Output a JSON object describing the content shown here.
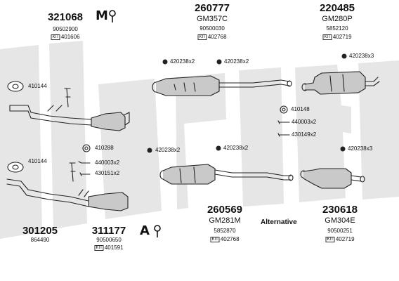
{
  "watermark": {
    "brand": "Klarius",
    "color": "#e6e6e6"
  },
  "line_color": "#222222",
  "fill_color": "#c9c9c9",
  "icons": {
    "manual_transmission": "M",
    "automatic_transmission": "A"
  },
  "parts": {
    "p321068": {
      "number": "321068",
      "oem": "90502900",
      "kit": "401606"
    },
    "p260777": {
      "number": "260777",
      "model": "GM357C",
      "oem": "90500030",
      "kit": "402768"
    },
    "p220485": {
      "number": "220485",
      "model": "GM280P",
      "oem": "5852120",
      "kit": "402719"
    },
    "p301205": {
      "number": "301205",
      "oem": "864490"
    },
    "p311177": {
      "number": "311177",
      "oem": "90500650",
      "kit": "401591"
    },
    "p260569": {
      "number": "260569",
      "model": "GM281M",
      "oem": "5852870",
      "kit": "402768"
    },
    "p230618": {
      "number": "230618",
      "model": "GM304E",
      "oem": "90500251",
      "kit": "402719"
    }
  },
  "fittings": {
    "f_top_left_1": "410144",
    "f_bot_left_1": "410144",
    "f_mid_a": "410288",
    "f_mid_b": "440003x2",
    "f_mid_c": "430151x2",
    "f_top_mid_1": "420238x2",
    "f_top_mid_2": "420238x2",
    "f_top_right_1": "420238x3",
    "f_right_1": "410148",
    "f_right_2": "440003x2",
    "f_right_3": "430149x2",
    "f_low_mid_1": "420238x2",
    "f_low_mid_2": "420238x2",
    "f_low_right_1": "420238x3"
  },
  "alternative_label": "Alternative",
  "kit_prefix": "KIT"
}
